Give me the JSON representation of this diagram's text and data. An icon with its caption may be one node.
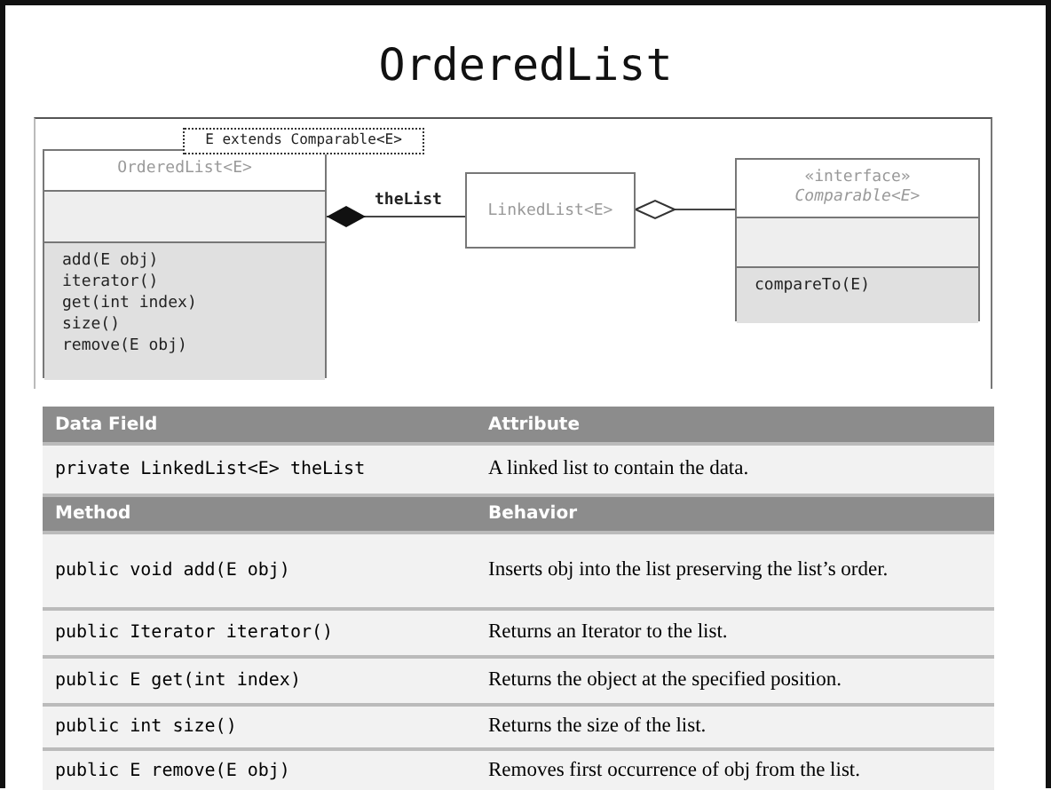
{
  "diagram": {
    "title": "OrderedList",
    "nodes": [
      {
        "text": [
          "OrderedList<E>",
          "add(E obj)",
          "iterator()",
          "get(int index)",
          "size()",
          "remove(E obj)"
        ]
      },
      {
        "text": [
          "E extends Comparable<E>"
        ]
      },
      {
        "text": [
          "LinkedList<E>"
        ]
      },
      {
        "text": [
          "«interface»",
          "Comparable<E>",
          "compareTo(E)"
        ]
      }
    ],
    "edges": [
      {
        "from": 0,
        "to": 2,
        "arrow": "other",
        "label": "theList"
      },
      {
        "from": 2,
        "to": 3,
        "arrow": "other"
      }
    ],
    "labels": [
      "Data Field",
      "Attribute",
      "private LinkedList<E> theList",
      "A linked list to contain the data.",
      "Method",
      "Behavior",
      "public void add(E obj)",
      "Inserts obj into the list preserving the list’s order.",
      "public Iterator iterator()",
      "Returns an Iterator to the list.",
      "public E get(int index)",
      "Returns the object at the specified position.",
      "public int size()",
      "Returns the size of the list.",
      "public E remove(E obj)",
      "Removes first occurrence of obj from the list."
    ]
  }
}
